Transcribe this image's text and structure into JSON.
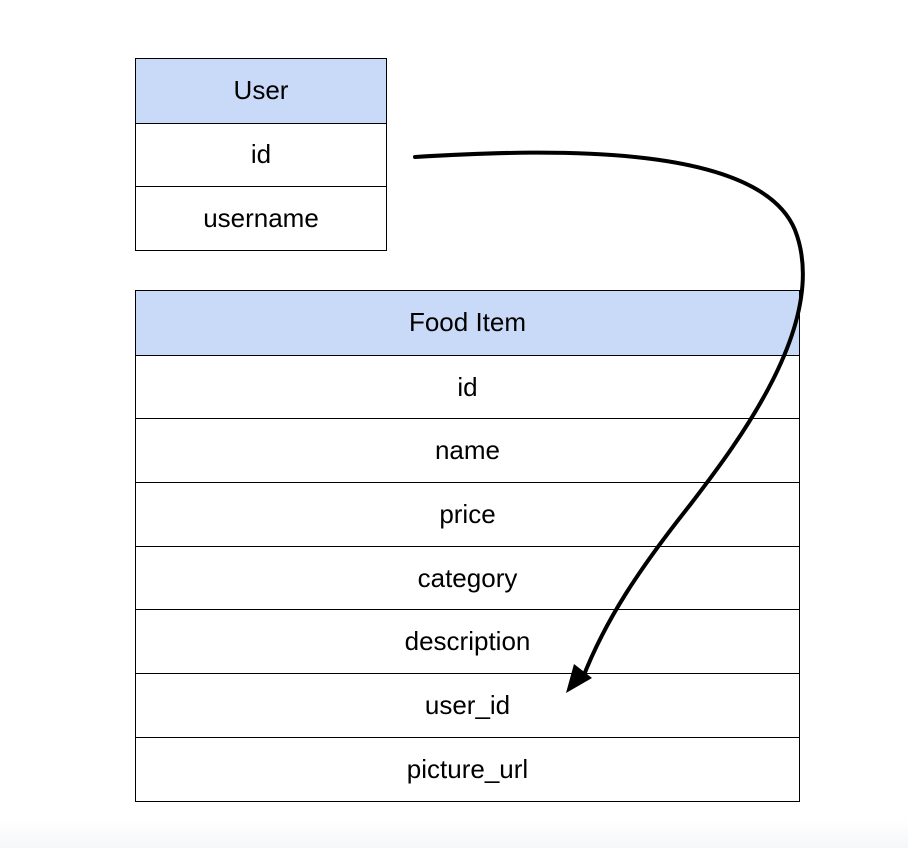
{
  "user_table": {
    "title": "User",
    "fields": [
      "id",
      "username"
    ]
  },
  "food_table": {
    "title": "Food Item",
    "fields": [
      "id",
      "name",
      "price",
      "category",
      "description",
      "user_id",
      "picture_url"
    ]
  },
  "relationship": {
    "from": "User.id",
    "to": "Food Item.user_id"
  },
  "colors": {
    "header_fill": "#c9daf8",
    "border": "#000000",
    "text": "#000000"
  }
}
